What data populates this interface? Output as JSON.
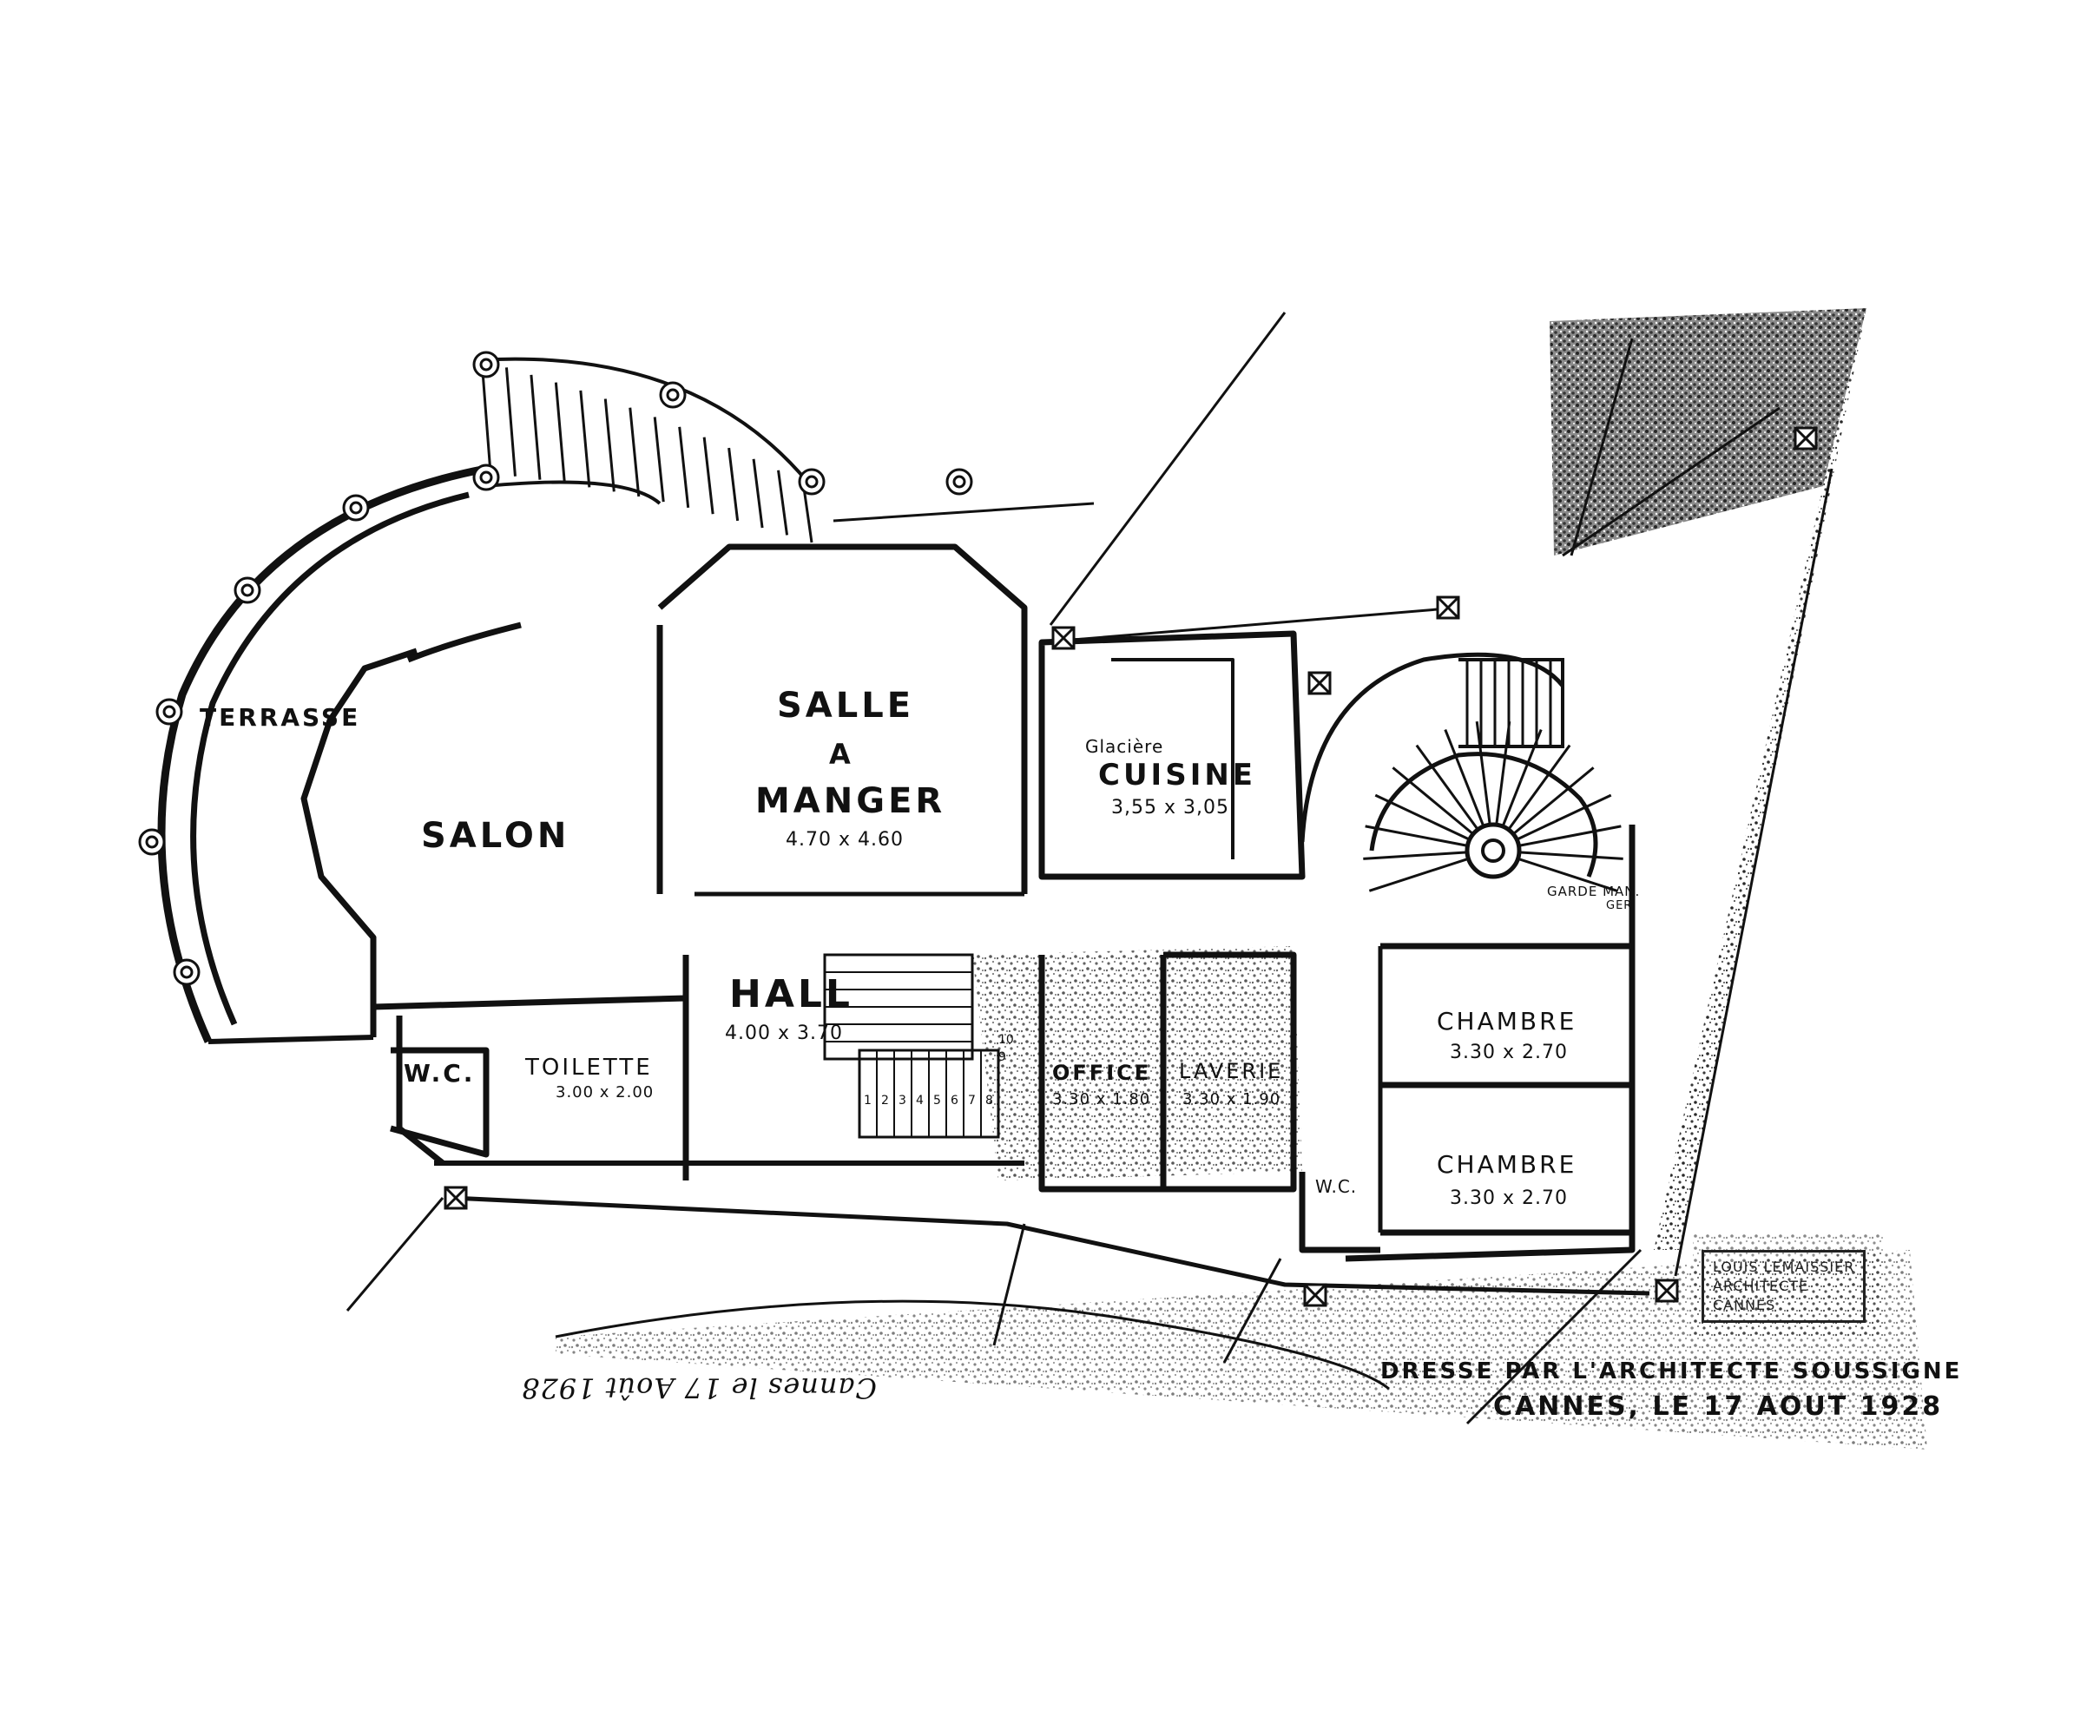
{
  "rooms": {
    "salle": "SALLE",
    "a": "A",
    "manger": "MANGER",
    "salle_dim": "4.70 x 4.60",
    "salon": "SALON",
    "terrasse": "TERRASSE",
    "glaciere": "Glacière",
    "cuisine": "CUISINE",
    "cuisine_dim": "3,55 x 3,05",
    "hall": "HALL",
    "hall_dim": "4.00 x 3.70",
    "wc_left": "W.C.",
    "toilette": "TOILETTE",
    "toilette_dim": "3.00 x 2.00",
    "office": "OFFICE",
    "office_dim": "3.30 x 1.80",
    "laverie": "LAVERIE",
    "laverie_dim": "3.30 x 1.90",
    "chambre_1": "CHAMBRE",
    "chambre_1_dim": "3.30 x 2.70",
    "chambre_2": "CHAMBRE",
    "chambre_2_dim": "3.30 x 2.70",
    "wc_right": "W.C.",
    "garde_manger": "GARDE MAN.",
    "garde_manger_2": "GER"
  },
  "stair_numbers": [
    "1",
    "2",
    "3",
    "4",
    "5",
    "6",
    "7",
    "8"
  ],
  "stair_numbers_upper": [
    "10",
    "9"
  ],
  "annotations": {
    "credit_line_1": "DRESSE PAR L'ARCHITECTE SOUSSIGNE",
    "credit_line_2": "CANNES, LE 17 AOUT 1928",
    "handwritten": "Cannes le 17 Août 1928",
    "stamp_line_1": "LOUIS LEMAISSIER",
    "stamp_line_2": "ARCHITECTE",
    "stamp_line_3": "CANNES"
  },
  "colors": {
    "ink": "#111111",
    "paper": "#ffffff",
    "shade": "#555555"
  }
}
